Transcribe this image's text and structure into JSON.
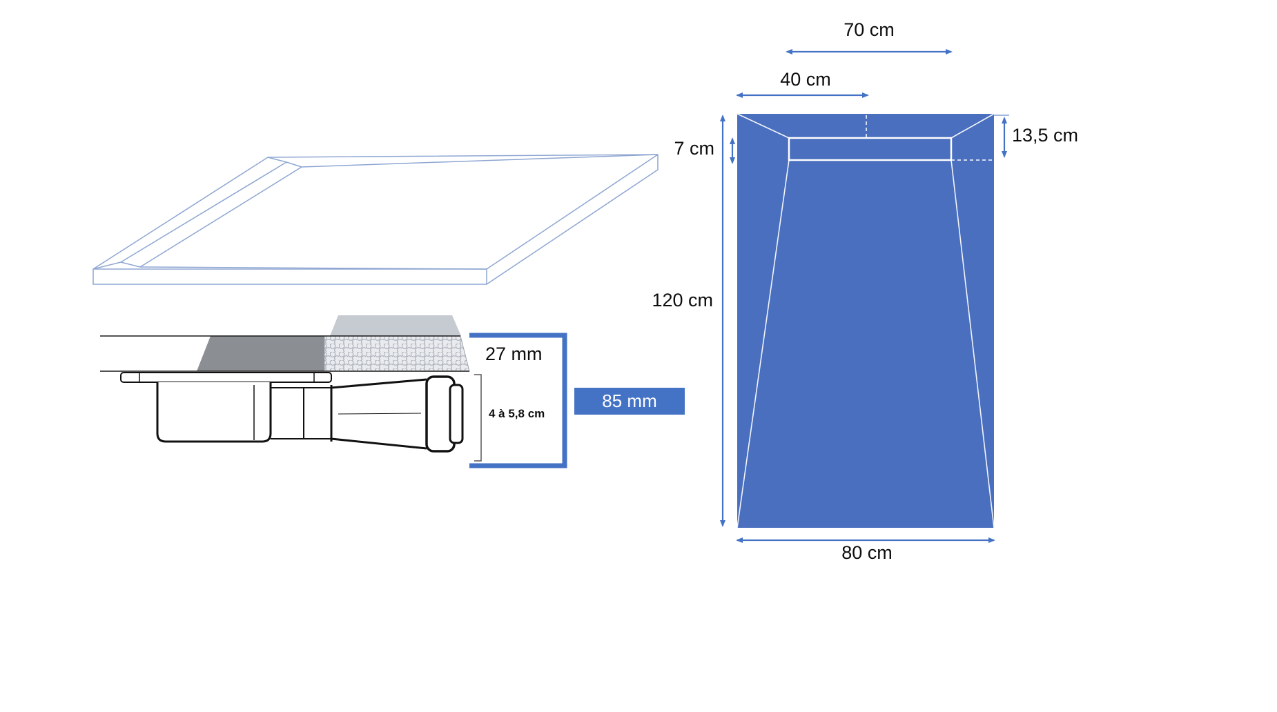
{
  "colors": {
    "tray_fill": "#4a6fbe",
    "accent": "#4472c4",
    "wireframe": "#8ea6d2"
  },
  "top_view": {
    "dim_70": "70 cm",
    "dim_40": "40 cm",
    "dim_13_5": "13,5 cm",
    "dim_7": "7 cm",
    "dim_120": "120 cm",
    "dim_80": "80 cm"
  },
  "section_view": {
    "dim_27": "27 mm",
    "dim_85": "85 mm",
    "dim_4_58": "4 à 5,8 cm"
  }
}
